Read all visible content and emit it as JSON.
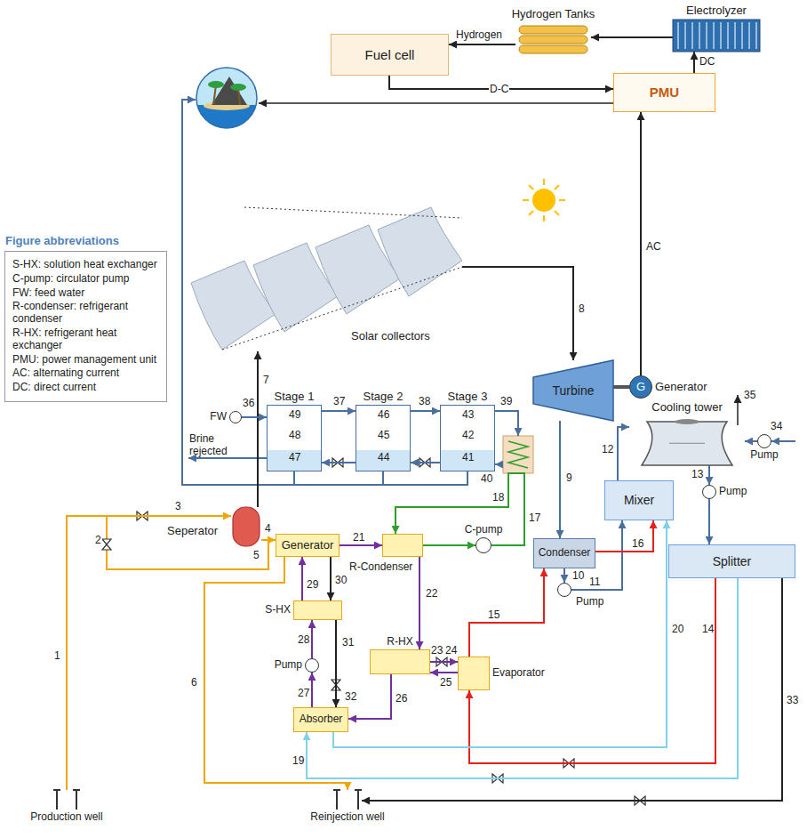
{
  "diagram": {
    "nodes": [
      {
        "text": [
          "Fuel cell"
        ]
      },
      {
        "text": [
          "Hydrogen Tanks"
        ]
      },
      {
        "text": [
          "Electrolyzer"
        ]
      },
      {
        "text": [
          "PMU"
        ]
      },
      {
        "text": [
          "Figure abbreviations",
          "S-HX: solution heat exchanger",
          "C-pump: circulator pump",
          "FW: feed water",
          "R-condenser: refrigerant condenser",
          "R-HX: refrigerant heat exchanger",
          "PMU: power management unit",
          "AC: alternating current",
          "DC: direct current"
        ]
      },
      {
        "text": [
          "Solar collectors"
        ]
      },
      {
        "text": [
          "Turbine"
        ]
      },
      {
        "text": [
          "G",
          "Generator"
        ]
      },
      {
        "text": [
          "Cooling tower"
        ]
      },
      {
        "text": [
          "Pump"
        ]
      },
      {
        "text": [
          "Stage 1"
        ]
      },
      {
        "text": [
          "Stage 2"
        ]
      },
      {
        "text": [
          "Stage 3"
        ]
      },
      {
        "text": [
          "FW"
        ]
      },
      {
        "text": [
          "Mixer"
        ]
      },
      {
        "text": [
          "Pump"
        ]
      },
      {
        "text": [
          "Seperator"
        ]
      },
      {
        "text": [
          "Generator"
        ]
      },
      {
        "text": [
          "R-Condenser"
        ]
      },
      {
        "text": [
          "C-pump"
        ]
      },
      {
        "text": [
          "Splitter"
        ]
      },
      {
        "text": [
          "Condenser"
        ]
      },
      {
        "text": [
          "Pump"
        ]
      },
      {
        "text": [
          "S-HX"
        ]
      },
      {
        "text": [
          "R-HX"
        ]
      },
      {
        "text": [
          "Evaporator"
        ]
      },
      {
        "text": [
          "Pump"
        ]
      },
      {
        "text": [
          "Absorber"
        ]
      },
      {
        "text": [
          "Production well"
        ]
      },
      {
        "text": [
          "Reinjection well"
        ]
      }
    ],
    "edges": [
      {
        "from": 2,
        "to": 1,
        "arrow": "to"
      },
      {
        "from": 1,
        "to": 0,
        "arrow": "to",
        "label": "Hydrogen"
      },
      {
        "from": 0,
        "to": 3,
        "arrow": "to",
        "label": "D-C"
      },
      {
        "from": 3,
        "to": 2,
        "arrow": "to",
        "label": "DC"
      },
      {
        "from": 7,
        "to": 3,
        "arrow": "to",
        "label": "AC"
      },
      {
        "from": 16,
        "to": 5,
        "arrow": "to",
        "label": "7"
      },
      {
        "from": 5,
        "to": 6,
        "arrow": "to",
        "label": "8"
      },
      {
        "from": 6,
        "to": 21,
        "arrow": "to",
        "label": "9"
      },
      {
        "from": 21,
        "to": 22,
        "arrow": "to",
        "label": "10"
      },
      {
        "from": 22,
        "to": 14,
        "arrow": "to",
        "label": "11"
      },
      {
        "from": 14,
        "to": 8,
        "arrow": "to",
        "label": "12"
      },
      {
        "from": 8,
        "to": 15,
        "arrow": "to",
        "label": "13"
      },
      {
        "from": 15,
        "to": 20,
        "arrow": "to"
      },
      {
        "from": 9,
        "to": 8,
        "arrow": "to",
        "label": "34"
      },
      {
        "from": 20,
        "to": 25,
        "arrow": "to",
        "label": "14"
      },
      {
        "from": 25,
        "to": 21,
        "arrow": "to",
        "label": "15"
      },
      {
        "from": 21,
        "to": 14,
        "arrow": "to",
        "label": "16"
      },
      {
        "from": 20,
        "to": 27,
        "arrow": "to",
        "label": "19"
      },
      {
        "from": 27,
        "to": 14,
        "arrow": "to",
        "label": "20"
      },
      {
        "from": 20,
        "to": 29,
        "arrow": "to",
        "label": "33"
      },
      {
        "from": 28,
        "to": 16,
        "arrow": "to",
        "label": "1"
      },
      {
        "from": 16,
        "to": 17,
        "arrow": "to",
        "label": "4"
      },
      {
        "from": 17,
        "to": 29,
        "arrow": "to",
        "label": "6"
      },
      {
        "from": 17,
        "to": 18,
        "arrow": "to",
        "label": "21"
      },
      {
        "from": 18,
        "to": 24,
        "arrow": "to",
        "label": "22"
      },
      {
        "from": 24,
        "to": 25,
        "arrow": "to",
        "label": "24"
      },
      {
        "from": 25,
        "to": 24,
        "arrow": "to",
        "label": "25"
      },
      {
        "from": 24,
        "to": 27,
        "arrow": "to",
        "label": "26"
      },
      {
        "from": 27,
        "to": 26,
        "arrow": "to",
        "label": "27"
      },
      {
        "from": 26,
        "to": 23,
        "arrow": "to",
        "label": "28"
      },
      {
        "from": 23,
        "to": 17,
        "arrow": "to",
        "label": "29"
      },
      {
        "from": 17,
        "to": 23,
        "arrow": "to",
        "label": "30"
      },
      {
        "from": 23,
        "to": 27,
        "arrow": "to",
        "label": "31"
      },
      {
        "from": 18,
        "to": 19,
        "arrow": "to"
      },
      {
        "from": 19,
        "to": 18,
        "arrow": "to",
        "label": "17"
      },
      {
        "from": 13,
        "to": 10,
        "arrow": "to",
        "label": "36"
      },
      {
        "from": 10,
        "to": 11,
        "arrow": "to",
        "label": "37"
      },
      {
        "from": 11,
        "to": 12,
        "arrow": "to",
        "label": "38"
      },
      {
        "from": 12,
        "to": 11,
        "arrow": "to"
      },
      {
        "from": 11,
        "to": 10,
        "arrow": "to"
      }
    ],
    "labels": [
      "2",
      "3",
      "5",
      "18",
      "23",
      "32",
      "35",
      "39",
      "40",
      "49",
      "48",
      "47",
      "46",
      "45",
      "44",
      "43",
      "42",
      "41",
      "Brine rejected"
    ]
  }
}
